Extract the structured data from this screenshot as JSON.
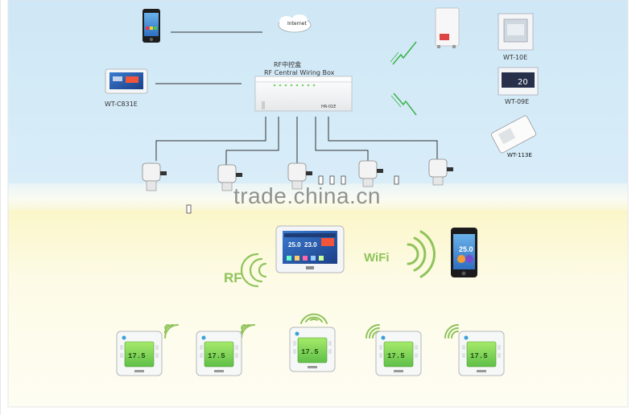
{
  "top_panel": {
    "internet_label": "Internet",
    "hub_title_cn": "RF中控盒",
    "hub_title_en": "RF Central Wiring Box",
    "hub_model": "HR-01E",
    "wired_controller_label": "WT-C831E",
    "thermostats": [
      {
        "label": "WT-10E"
      },
      {
        "label": "WT-09E"
      },
      {
        "label": "WT-113E"
      }
    ]
  },
  "watermark": "trade.china.cn",
  "bottom_panel": {
    "rf_label": "RF",
    "wifi_label": "WiFi",
    "controller_readouts": [
      "25.0",
      "23.0"
    ],
    "phone_readout": "25.0",
    "thermostat_readout": "17.5",
    "thermostat_count": 5
  },
  "colors": {
    "top_bg": "#d4e9f6",
    "bottom_bg": "#fcfbe3",
    "accent_green": "#8fc35a",
    "lcd_green": "#7fd45b"
  }
}
